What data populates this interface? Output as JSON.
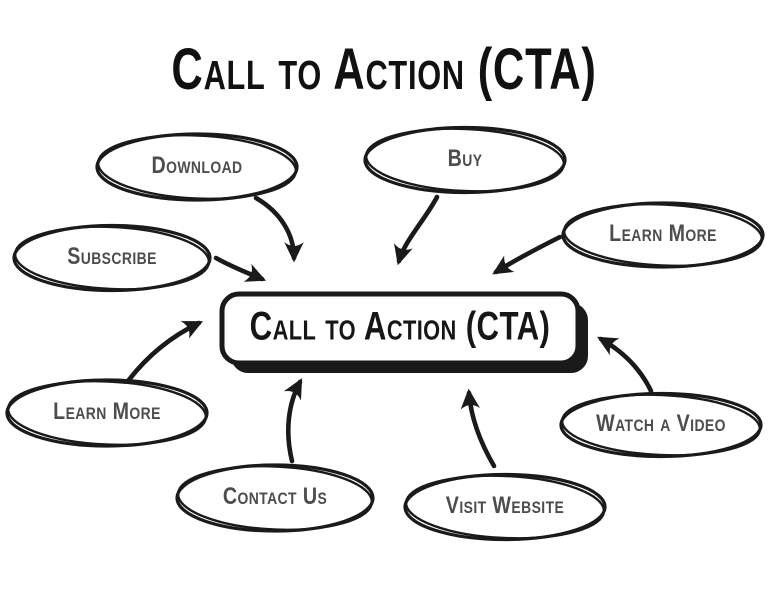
{
  "title": "Call to Action (CTA)",
  "center": {
    "label": "Call to Action (CTA)"
  },
  "nodes": [
    {
      "id": "download",
      "label": "Download"
    },
    {
      "id": "buy",
      "label": "Buy"
    },
    {
      "id": "learn-more-right",
      "label": "Learn More"
    },
    {
      "id": "subscribe",
      "label": "Subscribe"
    },
    {
      "id": "learn-more-left",
      "label": "Learn More"
    },
    {
      "id": "contact-us",
      "label": "Contact Us"
    },
    {
      "id": "visit-website",
      "label": "Visit Website"
    },
    {
      "id": "watch-a-video",
      "label": "Watch a Video"
    }
  ],
  "colors": {
    "outline": "#1a1a1a",
    "node_text": "#4d4d4d",
    "title_text": "#111111",
    "background": "#ffffff"
  }
}
